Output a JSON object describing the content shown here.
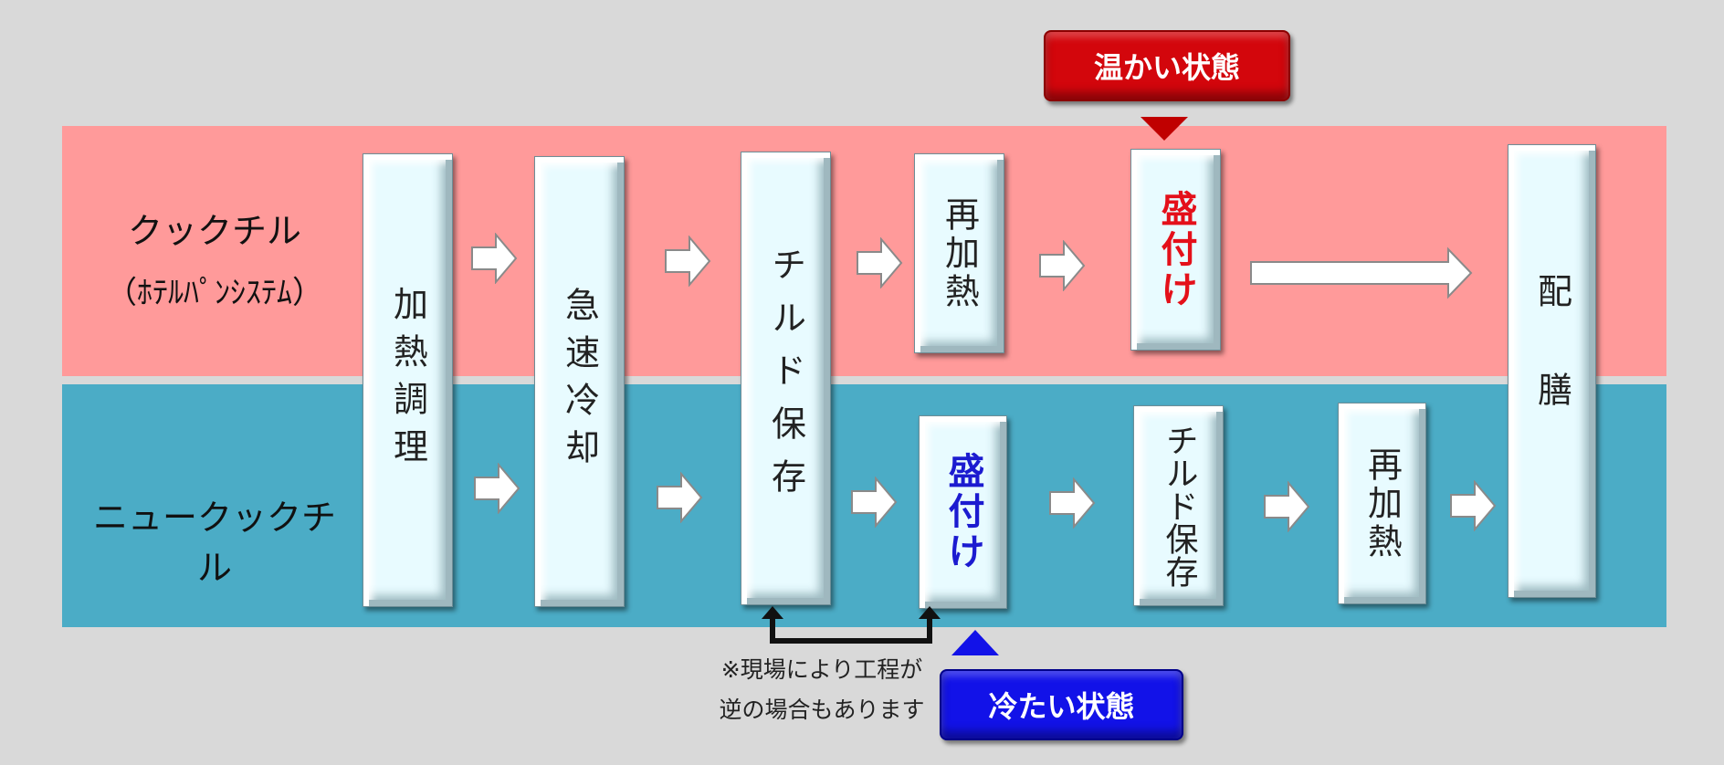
{
  "rows": {
    "cook_chill": {
      "label_line1": "クックチル",
      "label_line2": "（ﾎﾃﾙﾊﾟﾝｼｽﾃﾑ）"
    },
    "new_cook_chill": {
      "label": "ニュークックチル"
    }
  },
  "shared_steps": {
    "heat_cook": "加熱調理",
    "rapid_cool": "急速冷却",
    "chilled_store": "チルド保存",
    "serve": "配膳"
  },
  "top_steps": {
    "reheat": "再加熱",
    "plating": "盛付け"
  },
  "bottom_steps": {
    "plating": "盛付け",
    "chilled_store": "チルド保存",
    "reheat": "再加熱"
  },
  "badges": {
    "warm": "温かい状態",
    "cold": "冷たい状態"
  },
  "note": {
    "line1": "※現場により工程が",
    "line2": "逆の場合もあります"
  },
  "colors": {
    "top_band": "#ff9a9a",
    "bottom_band": "#4bacc6",
    "warm_badge": "#d3060c",
    "cold_badge": "#1212e8",
    "box_fill": "#e8fbff"
  }
}
